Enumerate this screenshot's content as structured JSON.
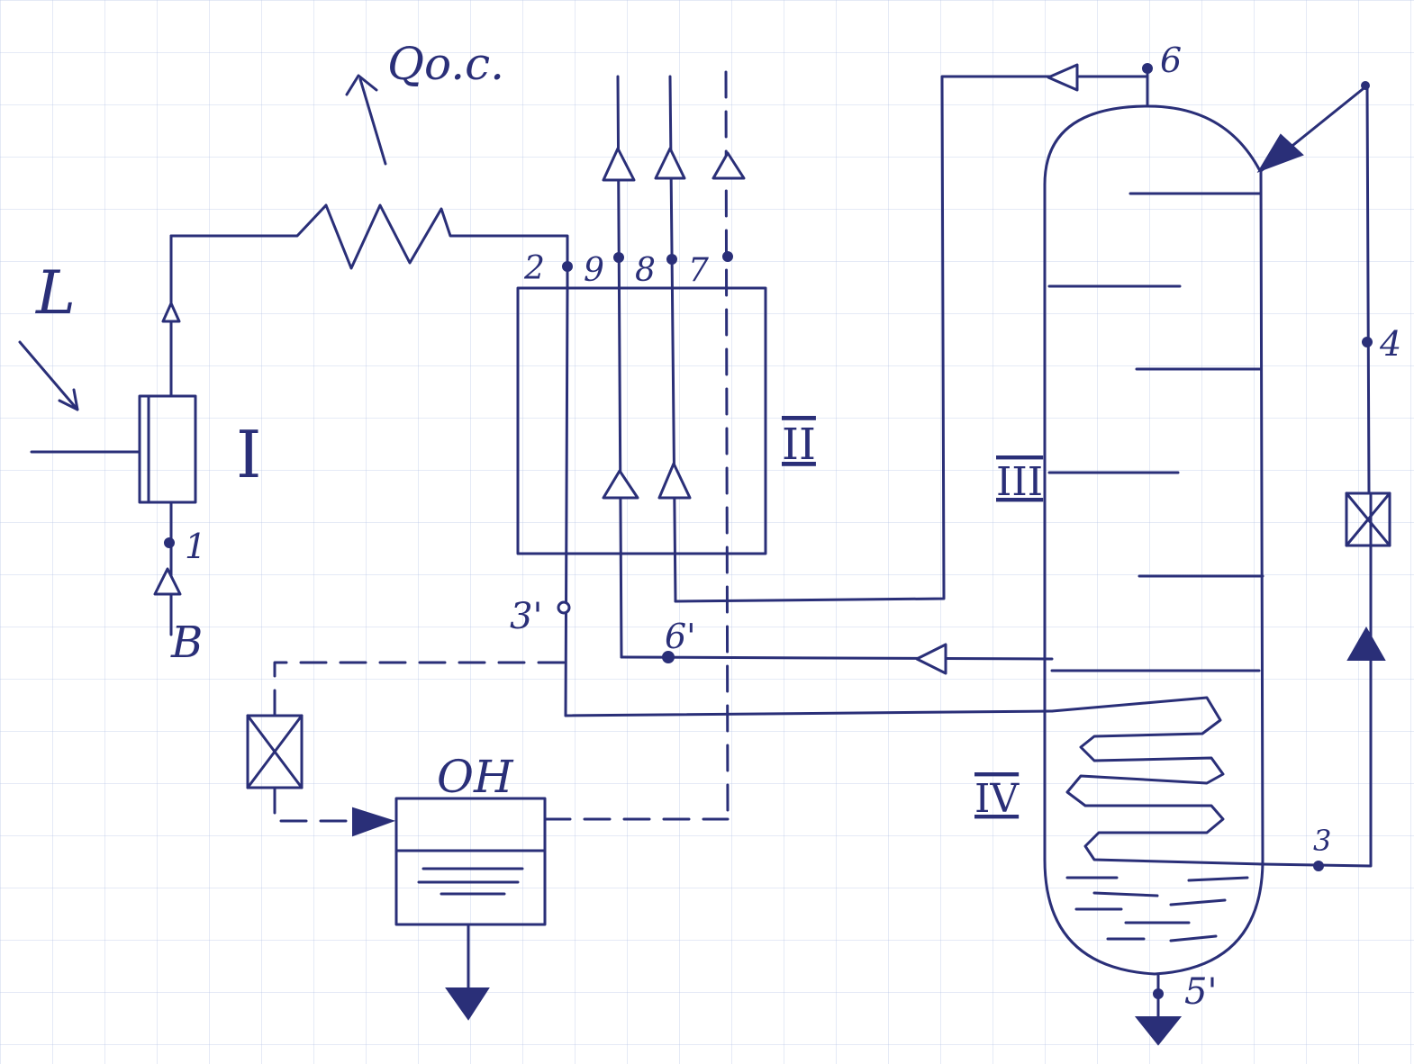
{
  "labels": {
    "L": "L",
    "Q": "Qo.c.",
    "B": "B",
    "p1": "1",
    "p2": "2",
    "p9": "9",
    "p8": "8",
    "p7": "7",
    "p3prime": "3'",
    "p6prime": "6'",
    "p6": "6",
    "p4": "4",
    "p3": "3",
    "p5prime": "5'",
    "OH": "OH"
  },
  "components": {
    "compressor": "I",
    "heat_exchanger": "II",
    "column_upper": "III",
    "column_lower": "IV"
  },
  "colors": {
    "ink": "#2a2f78",
    "grid": "#b4c3e6"
  }
}
